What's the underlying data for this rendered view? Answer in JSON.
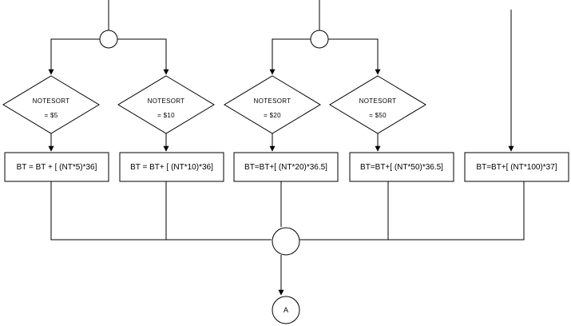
{
  "decisions": [
    {
      "label": "NOTESORT",
      "condition": "= $5"
    },
    {
      "label": "NOTESORT",
      "condition": "= $10"
    },
    {
      "label": "NOTESORT",
      "condition": "= $20"
    },
    {
      "label": "NOTESORT",
      "condition": "= $50"
    }
  ],
  "processes": [
    {
      "text": "BT = BT + [ (NT*5)*36]"
    },
    {
      "text": "BT = BT+ [ (NT*10)*36]"
    },
    {
      "text": "BT=BT+[ (NT*20)*36.5]"
    },
    {
      "text": "BT=BT+[ (NT*50)*36.5]"
    },
    {
      "text": "BT=BT+[ (NT*100)*37]"
    }
  ],
  "connector": {
    "label": "A"
  }
}
